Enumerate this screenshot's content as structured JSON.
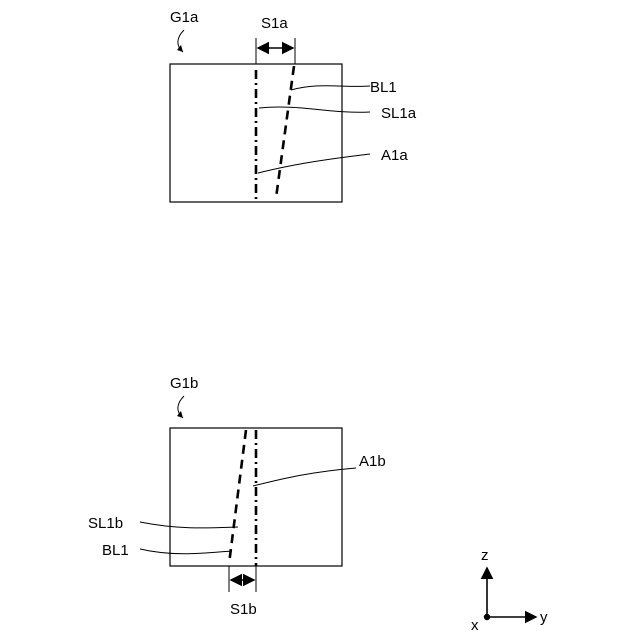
{
  "top": {
    "group_label": "G1a",
    "span_label": "S1a",
    "bl_label": "BL1",
    "sl_label": "SL1a",
    "a_label": "A1a"
  },
  "bottom": {
    "group_label": "G1b",
    "span_label": "S1b",
    "bl_label": "BL1",
    "sl_label": "SL1b",
    "a_label": "A1b"
  },
  "axes": {
    "z_label": "z",
    "y_label": "y",
    "x_label": "x"
  }
}
